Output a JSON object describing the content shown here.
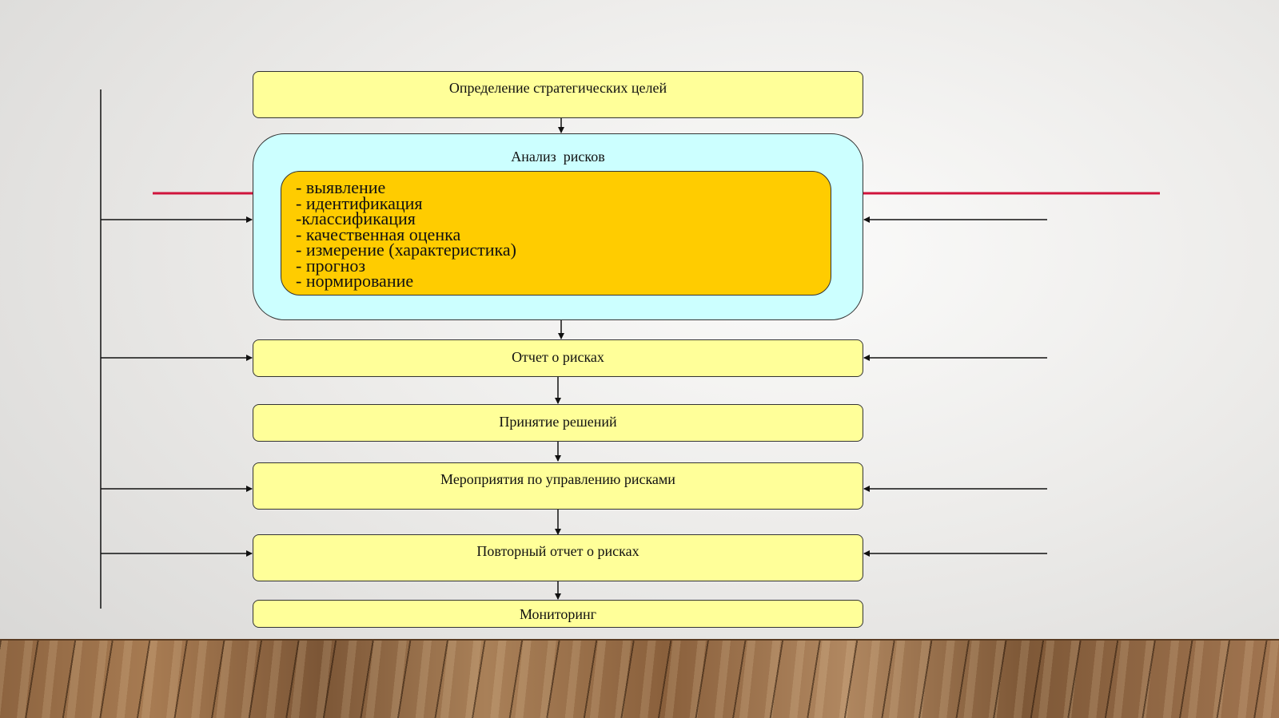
{
  "diagram": {
    "steps": [
      {
        "id": "goals",
        "label": "Определение стратегических целей"
      },
      {
        "id": "report",
        "label": "Отчет о рисках"
      },
      {
        "id": "decisions",
        "label": "Принятие решений"
      },
      {
        "id": "measures",
        "label": "Мероприятия по управлению рисками"
      },
      {
        "id": "repeat-report",
        "label": "Повторный отчет о рисках"
      },
      {
        "id": "monitoring",
        "label": "Мониторинг"
      }
    ],
    "analysis": {
      "title": "Анализ  рисков",
      "items": [
        "- выявление",
        "- идентификация",
        "-классификация",
        "- качественная оценка",
        "- измерение (характеристика)",
        "- прогноз",
        "- нормирование"
      ]
    },
    "colors": {
      "step_fill": "#ffff99",
      "analysis_fill": "#ccffff",
      "inner_fill": "#ffcc00",
      "divider": "#d0143c",
      "line": "#111111"
    }
  }
}
